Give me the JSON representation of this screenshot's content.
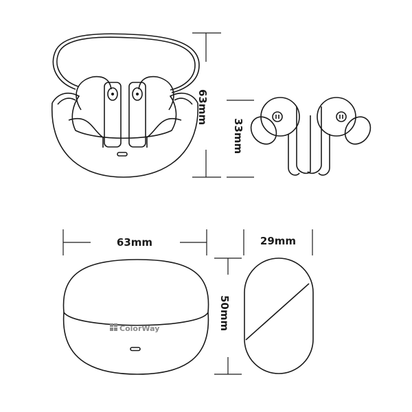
{
  "diagram": {
    "type": "product-dimensions",
    "subject": "Wireless earbuds with charging case",
    "brand_logo": "ColorWay",
    "dimensions": {
      "open_case_height": "63mm",
      "earbud_height": "33mm",
      "case_width": "63mm",
      "case_depth": "29mm",
      "case_height": "50mm"
    },
    "colors": {
      "line": "#1a1a1a",
      "logo": "#8a8a8a",
      "background": "#ffffff"
    }
  }
}
